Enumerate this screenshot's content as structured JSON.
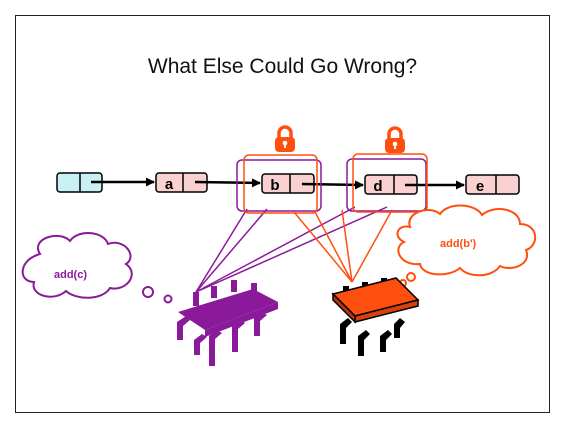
{
  "slide": {
    "title": "What Else Could Go Wrong?"
  },
  "list": {
    "head_fill": "#c9f1f4",
    "node_fill": "#f9d1d1",
    "nodes": [
      {
        "label": "a"
      },
      {
        "label": "b"
      },
      {
        "label": "d"
      },
      {
        "label": "e"
      }
    ]
  },
  "threads": {
    "purple": {
      "call": "add(c)",
      "color": "#8b1a9b"
    },
    "orange": {
      "call": "add(b')",
      "color": "#ff4f0f"
    }
  },
  "icons": {
    "lock": "lock-icon",
    "thread": "thread-icon"
  }
}
